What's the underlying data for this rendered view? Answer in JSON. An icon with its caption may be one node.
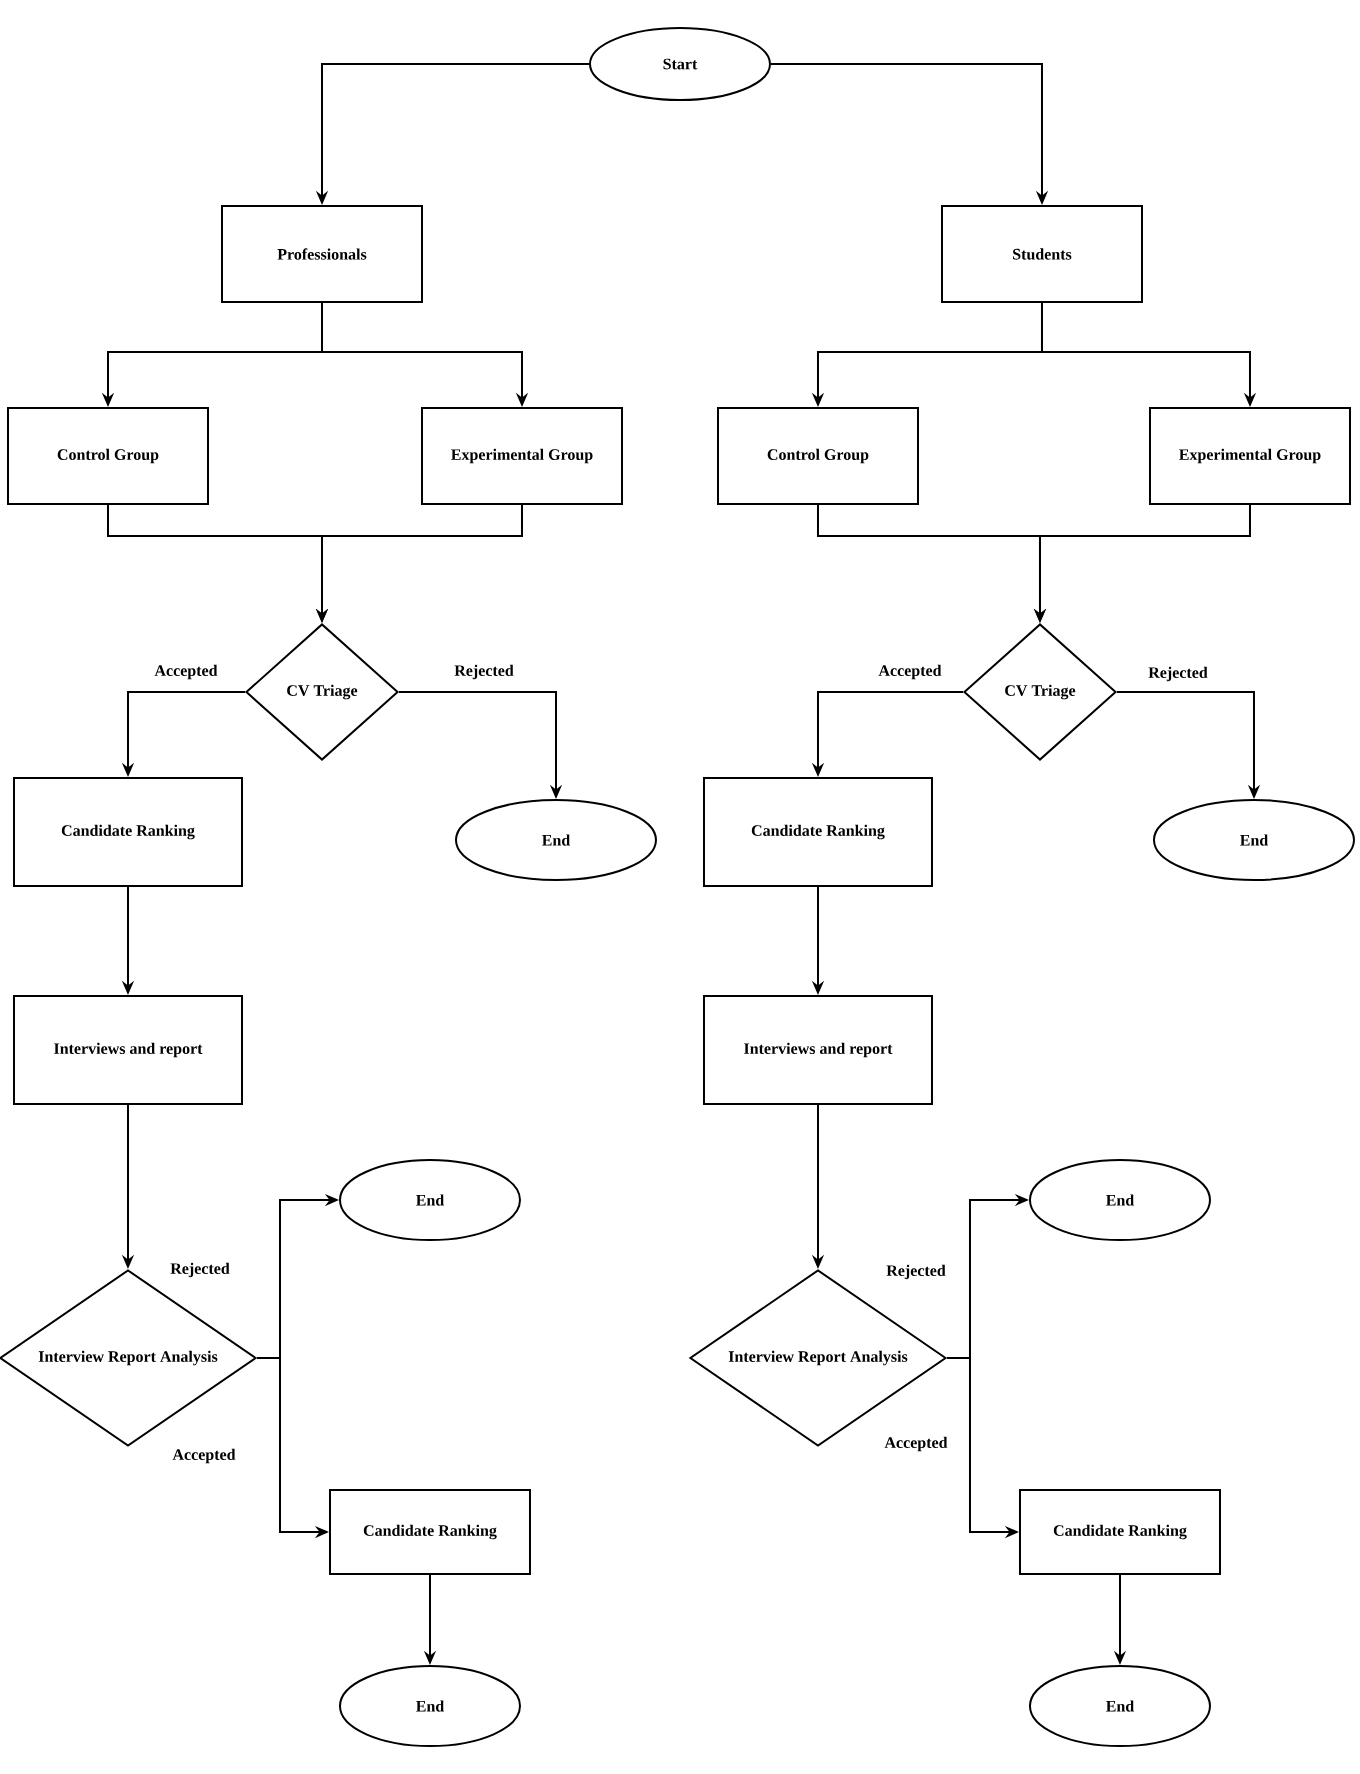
{
  "diagram": {
    "nodes": [
      {
        "text": [
          "Start"
        ]
      },
      {
        "text": [
          "Professionals"
        ]
      },
      {
        "text": [
          "Control Group"
        ]
      },
      {
        "text": [
          "Experimental Group"
        ]
      },
      {
        "text": [
          "CV Triage"
        ]
      },
      {
        "text": [
          "End"
        ]
      },
      {
        "text": [
          "Candidate Ranking"
        ]
      },
      {
        "text": [
          "Interviews and report"
        ]
      },
      {
        "text": [
          "Interview Report Analysis"
        ]
      },
      {
        "text": [
          "End"
        ]
      },
      {
        "text": [
          "Candidate Ranking"
        ]
      },
      {
        "text": [
          "End"
        ]
      },
      {
        "text": [
          "Students"
        ]
      },
      {
        "text": [
          "Control Group"
        ]
      },
      {
        "text": [
          "Experimental Group"
        ]
      },
      {
        "text": [
          "CV Triage"
        ]
      },
      {
        "text": [
          "End"
        ]
      },
      {
        "text": [
          "Candidate Ranking"
        ]
      },
      {
        "text": [
          "Interviews and report"
        ]
      },
      {
        "text": [
          "Interview Report Analysis"
        ]
      },
      {
        "text": [
          "End"
        ]
      },
      {
        "text": [
          "Candidate Ranking"
        ]
      },
      {
        "text": [
          "End"
        ]
      }
    ],
    "edges": [
      {
        "from": 0,
        "to": 1,
        "arrow": "to"
      },
      {
        "from": 0,
        "to": 12,
        "arrow": "to"
      },
      {
        "from": 1,
        "to": 2,
        "arrow": "to"
      },
      {
        "from": 1,
        "to": 3,
        "arrow": "to"
      },
      {
        "from": 2,
        "to": 4,
        "arrow": "to"
      },
      {
        "from": 3,
        "to": 4,
        "arrow": "to"
      },
      {
        "from": 4,
        "to": 6,
        "arrow": "to",
        "label": "Accepted"
      },
      {
        "from": 4,
        "to": 5,
        "arrow": "to",
        "label": "Rejected"
      },
      {
        "from": 6,
        "to": 7,
        "arrow": "to"
      },
      {
        "from": 7,
        "to": 8,
        "arrow": "to"
      },
      {
        "from": 8,
        "to": 9,
        "arrow": "to",
        "label": "Rejected"
      },
      {
        "from": 8,
        "to": 10,
        "arrow": "to",
        "label": "Accepted"
      },
      {
        "from": 10,
        "to": 11,
        "arrow": "to"
      },
      {
        "from": 12,
        "to": 13,
        "arrow": "to"
      },
      {
        "from": 12,
        "to": 14,
        "arrow": "to"
      },
      {
        "from": 13,
        "to": 15,
        "arrow": "to"
      },
      {
        "from": 14,
        "to": 15,
        "arrow": "to"
      },
      {
        "from": 15,
        "to": 17,
        "arrow": "to",
        "label": "Accepted"
      },
      {
        "from": 15,
        "to": 16,
        "arrow": "to",
        "label": "Rejected"
      },
      {
        "from": 17,
        "to": 18,
        "arrow": "to"
      },
      {
        "from": 18,
        "to": 19,
        "arrow": "to"
      },
      {
        "from": 19,
        "to": 20,
        "arrow": "to",
        "label": "Rejected"
      },
      {
        "from": 19,
        "to": 21,
        "arrow": "to",
        "label": "Accepted"
      },
      {
        "from": 21,
        "to": 22,
        "arrow": "to"
      }
    ]
  }
}
